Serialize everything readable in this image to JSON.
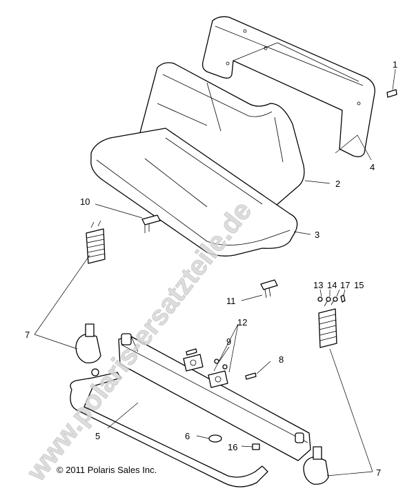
{
  "copyright": "© 2011 Polaris Sales Inc.",
  "watermark": "www.polaris-ersatzteile.de",
  "callouts": {
    "c1": "1",
    "c2": "2",
    "c3": "3",
    "c4": "4",
    "c5": "5",
    "c6": "6",
    "c7a": "7",
    "c7b": "7",
    "c8": "8",
    "c9": "9",
    "c10": "10",
    "c11": "11",
    "c12": "12",
    "c13": "13",
    "c14": "14",
    "c15": "15",
    "c16": "16",
    "c17": "17"
  }
}
